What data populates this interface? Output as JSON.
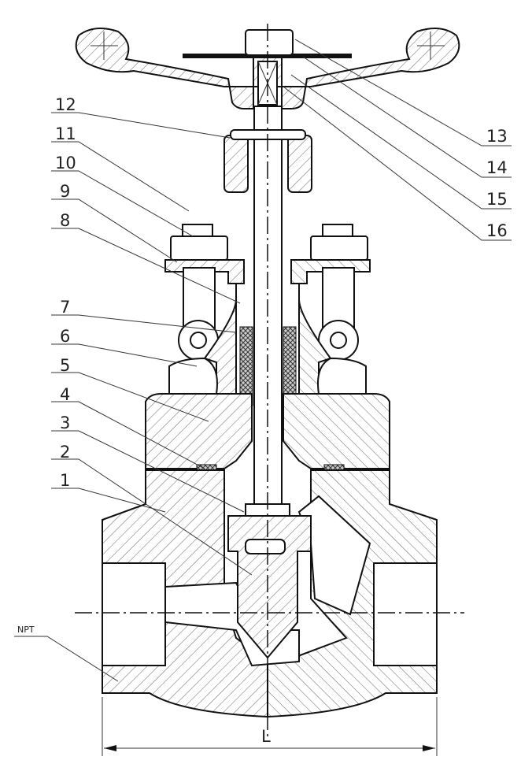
{
  "title": "Forged steel globe valve sectional drawing",
  "part_labels_left": [
    "12",
    "11",
    "10",
    "9",
    "8",
    "7",
    "6",
    "5",
    "4",
    "3",
    "2",
    "1"
  ],
  "part_labels_right": [
    "13",
    "14",
    "15",
    "16"
  ],
  "thread_label": "NPT",
  "dimension_label": "L"
}
